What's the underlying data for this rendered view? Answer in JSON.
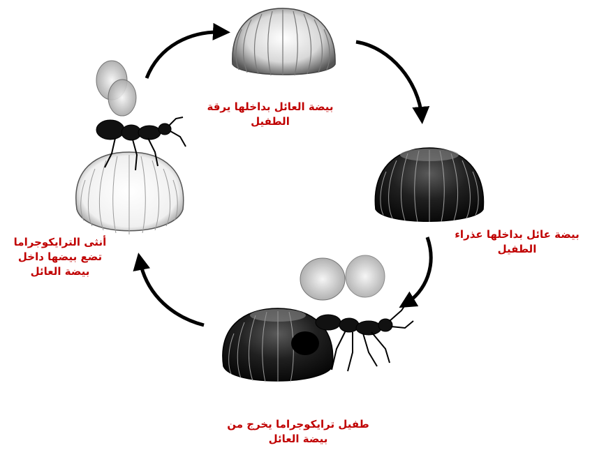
{
  "stages": [
    {
      "id": "egg-with-larva",
      "label_line1": "بيضة العائل بداخلها يرقة",
      "label_line2": "الطفيل"
    },
    {
      "id": "egg-with-pupa",
      "label_line1": "بيضة عائل بداخلها عذراء",
      "label_line2": "الطفيل"
    },
    {
      "id": "parasite-emerging",
      "label_line1": "طفيل  ترايكوجراما يخرج من",
      "label_line2": "بيضة العائل"
    },
    {
      "id": "female-laying",
      "label_line1": "أنثى الترايكوجراما",
      "label_line2": "تضع بيضها داخل",
      "label_line3": "بيضة العائل"
    }
  ],
  "colors": {
    "label_text": "#c00000",
    "arrow": "#000000",
    "egg_light": "#e9e9e9",
    "egg_dark": "#1a1a1a",
    "wasp_body": "#111111",
    "wing": "#d9d9d9"
  }
}
